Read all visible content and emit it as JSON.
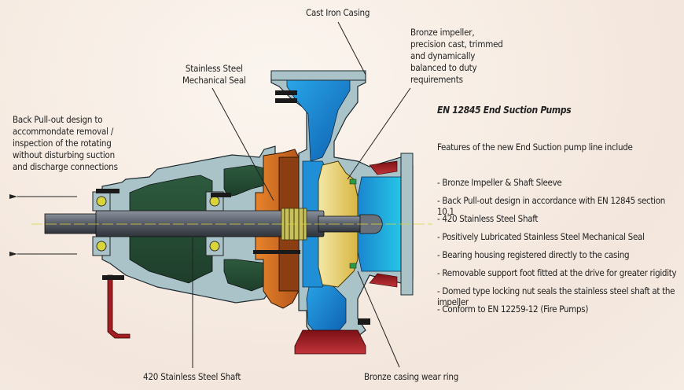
{
  "labels": {
    "cast_iron_casing": "Cast Iron Casing",
    "bronze_impeller": [
      "Bronze impeller,",
      "precision cast, trimmed",
      "and dynamically",
      "balanced to duty",
      "requirements"
    ],
    "mechanical_seal": [
      "Stainless Steel",
      "Mechanical Seal"
    ],
    "back_pullout": [
      "Back Pull-out design to",
      "accommondate removal /",
      "inspection of the rotating",
      "without disturbing suction",
      "and discharge connections"
    ],
    "shaft": "420 Stainless Steel Shaft",
    "wear_ring": "Bronze casing wear ring"
  },
  "features": {
    "title": "EN 12845 End Suction Pumps",
    "intro": "Features of the new End Suction pump line include",
    "items": [
      "- Bronze Impeller & Shaft Sleeve",
      "- Back Pull-out design in accordance with EN 12845 section 10.1",
      "- 420 Stainless Steel Shaft",
      "- Positively Lubricated Stainless Steel Mechanical Seal",
      "- Bearing housing registered directly to the casing",
      "- Removable support foot fitted at the drive for greater rigidity",
      "- Domed type locking nut seals the stainless steel shaft at the impeller",
      "- Conform to EN 12259-12 (Fire Pumps)"
    ]
  },
  "colors": {
    "casing_grey": "#a9c3c9",
    "housing_green": "#2f5a40",
    "casing_blue": "#1f8fd8",
    "impeller_yellow": "#e8cf6a",
    "seal_orange": "#e07a28",
    "foot_red": "#a31d22",
    "shaft_grey": "#5d6470"
  }
}
